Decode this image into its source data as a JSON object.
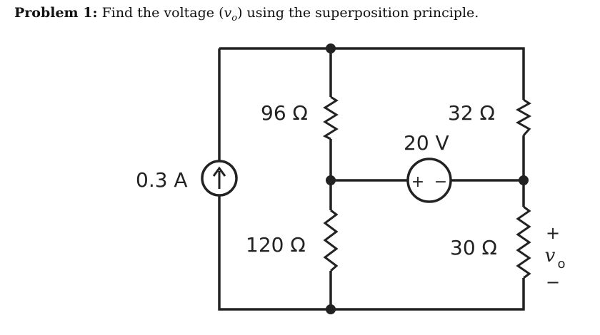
{
  "problem": {
    "label": "Problem 1:",
    "text_before": "Find the voltage (",
    "var": "v",
    "var_sub": "o",
    "text_after": ") using the superposition principle."
  },
  "circuit": {
    "current_source": {
      "label": "0.3 A"
    },
    "voltage_source": {
      "label": "20 V",
      "plus": "+",
      "minus": "−"
    },
    "resistors": {
      "r96": "96 Ω",
      "r32": "32 Ω",
      "r120": "120 Ω",
      "r30": "30 Ω"
    },
    "output": {
      "plus": "+",
      "var": "v",
      "sub": "o",
      "minus": "−"
    }
  }
}
